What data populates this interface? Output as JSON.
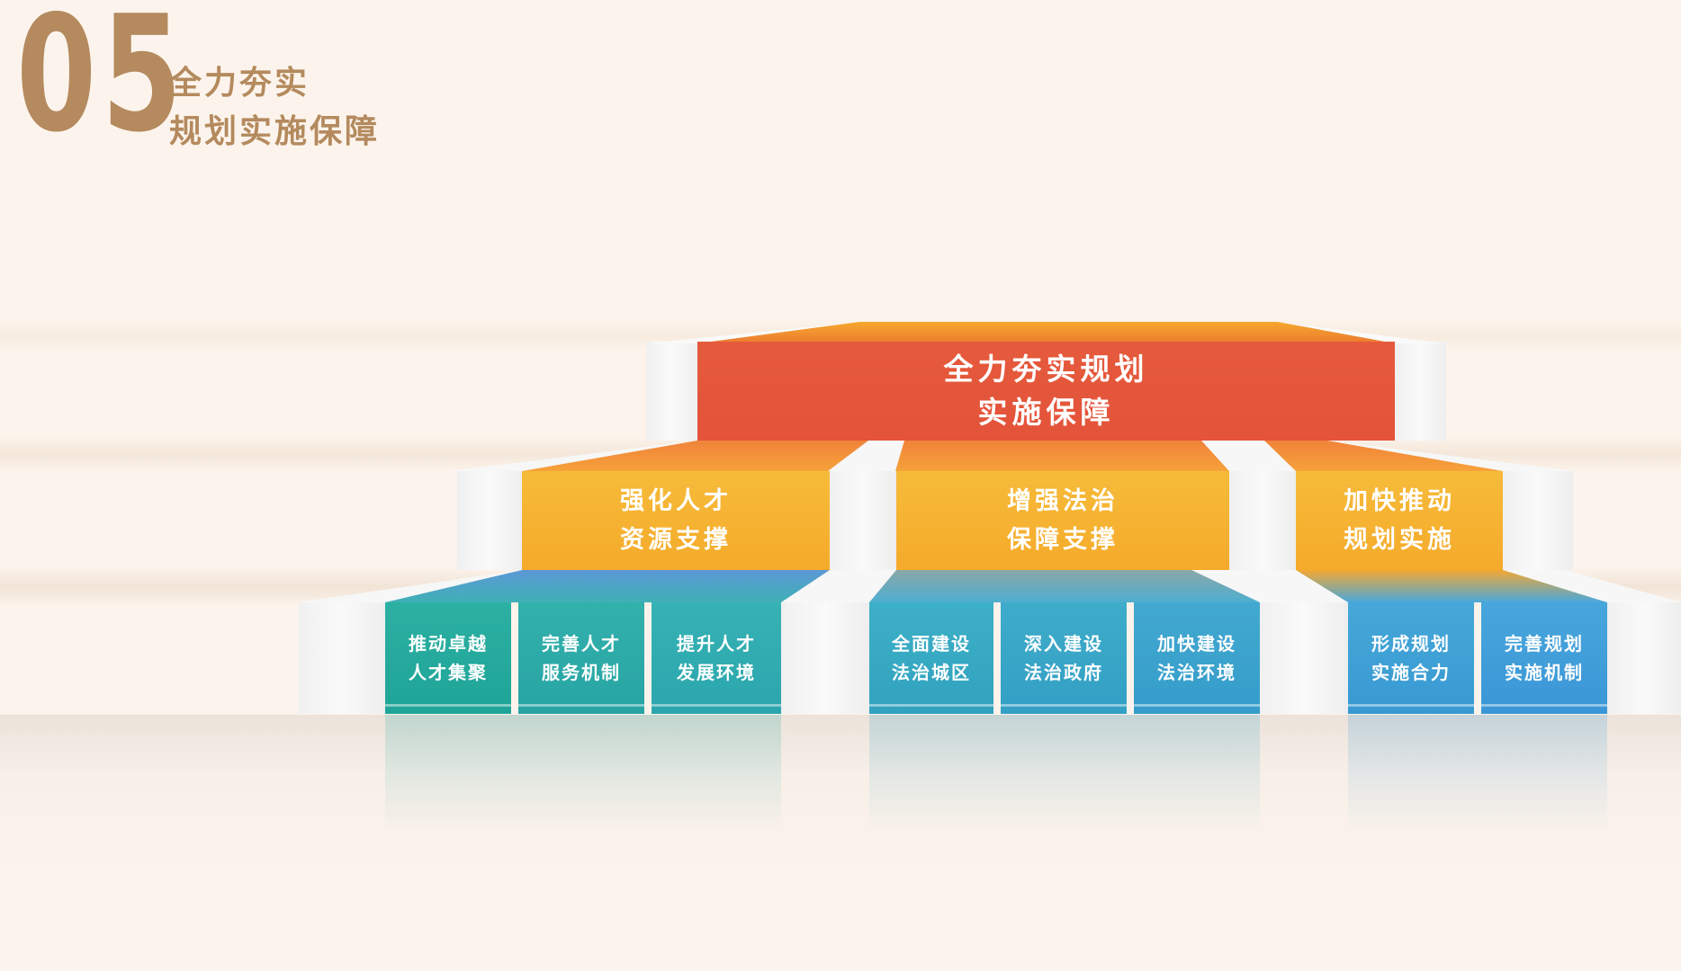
{
  "header": {
    "number": "05",
    "title_line1": "全力夯实",
    "title_line2": "规划实施保障"
  },
  "pyramid": {
    "top": {
      "label": "全力夯实规划\n实施保障",
      "color": "#e4553a"
    },
    "middle": [
      {
        "label": "强化人才\n资源支撑"
      },
      {
        "label": "增强法治\n保障支撑"
      },
      {
        "label": "加快推动\n规划实施"
      }
    ],
    "bottom": [
      {
        "label": "推动卓越\n人才集聚",
        "color": "#21a99c"
      },
      {
        "label": "完善人才\n服务机制",
        "color": "#2aaaa8"
      },
      {
        "label": "提升人才\n发展环境",
        "color": "#2eaab0"
      },
      {
        "label": "全面建设\n法治城区",
        "color": "#34a3c0"
      },
      {
        "label": "深入建设\n法治政府",
        "color": "#36a1c6"
      },
      {
        "label": "加快建设\n法治环境",
        "color": "#389ecb"
      },
      {
        "label": "形成规划\n实施合力",
        "color": "#3c9cd3"
      },
      {
        "label": "完善规划\n实施机制",
        "color": "#3d9ad8"
      }
    ],
    "colors": {
      "middle": "#f5b030",
      "white_block": "#f4f4f4",
      "accent_text": "#b48a5e",
      "background": "#fcf4ec"
    }
  }
}
